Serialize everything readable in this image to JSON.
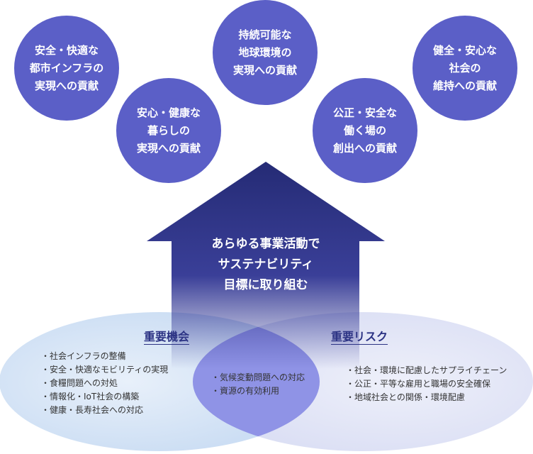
{
  "goals": [
    {
      "lines": [
        "安全・快適な",
        "都市インフラの",
        "実現への貢献"
      ]
    },
    {
      "lines": [
        "安心・健康な",
        "暮らしの",
        "実現への貢献"
      ]
    },
    {
      "lines": [
        "持続可能な",
        "地球環境の",
        "実現への貢献"
      ]
    },
    {
      "lines": [
        "公正・安全な",
        "働く場の",
        "創出への貢献"
      ]
    },
    {
      "lines": [
        "健全・安心な",
        "社会の",
        "維持への貢献"
      ]
    }
  ],
  "house": {
    "lines": [
      "あらゆる事業活動で",
      "サステナビリティ",
      "目標に取り組む"
    ]
  },
  "opportunities": {
    "title": "重要機会",
    "items": [
      "社会インフラの整備",
      "安全・快適なモビリティの実現",
      "食糧問題への対処",
      "情報化・IoT社会の構築",
      "健康・長寿社会への対応"
    ]
  },
  "common": {
    "items": [
      "気候変動問題への対応",
      "資源の有効利用"
    ]
  },
  "risks": {
    "title": "重要リスク",
    "items": [
      "社会・環境に配慮したサプライチェーン",
      "公正・平等な雇用と職場の安全確保",
      "地域社会との関係・環境配慮"
    ]
  },
  "colors": {
    "circle": "#5b5fc7",
    "house_top": "#252b75",
    "ellipse_left": "#cfe0f5",
    "ellipse_right": "#e0e2f5",
    "overlap": "#8f93e6"
  }
}
